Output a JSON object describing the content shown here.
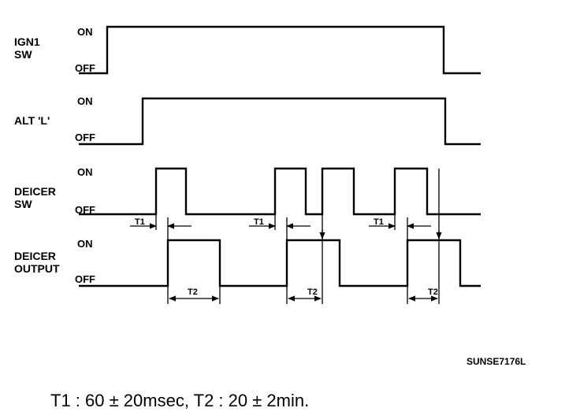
{
  "signals": [
    {
      "label_line1": "IGN1",
      "label_line2": "SW",
      "on_label": "ON",
      "off_label": "OFF"
    },
    {
      "label_line1": "ALT 'L'",
      "label_line2": "",
      "on_label": "ON",
      "off_label": "OFF"
    },
    {
      "label_line1": "DEICER",
      "label_line2": "SW",
      "on_label": "ON",
      "off_label": "OFF"
    },
    {
      "label_line1": "DEICER",
      "label_line2": "OUTPUT",
      "on_label": "ON",
      "off_label": "OFF"
    }
  ],
  "timing_labels": {
    "t1": "T1",
    "t2": "T2"
  },
  "figure_code": "SUNSE7176L",
  "footer_note": "T1 : 60 ± 20msec, T2 : 20 ± 2min."
}
